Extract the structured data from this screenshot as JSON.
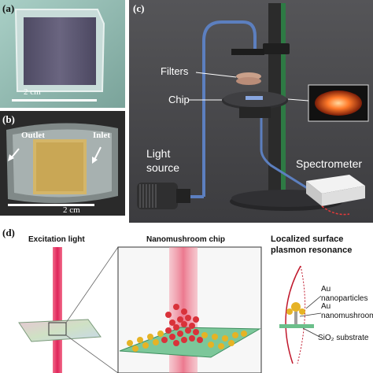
{
  "panel_a": {
    "label": "(a)",
    "scale": "2 cm"
  },
  "panel_b": {
    "label": "(b)",
    "outlet": "Outlet",
    "inlet": "Inlet",
    "scale": "2 cm"
  },
  "panel_c": {
    "label": "(c)",
    "filters": "Filters",
    "chip": "Chip",
    "light_source_1": "Light",
    "light_source_2": "source",
    "spectrometer": "Spectrometer"
  },
  "panel_d": {
    "label": "(d)",
    "excitation": "Excitation light",
    "chip_title": "Nanomushroom chip",
    "lspr_1": "Localized surface",
    "lspr_2": "plasmon resonance",
    "au_np_1": "Au",
    "au_np_2": "nanoparticles",
    "au_nm_1": "Au",
    "au_nm_2": "nanomushroom",
    "substrate": "SiO₂ substrate"
  },
  "colors": {
    "laser": "#e0245a",
    "gold": "#e6b325",
    "substrate_green": "#6bbf8a",
    "nanoparticle_red": "#d9323a"
  }
}
